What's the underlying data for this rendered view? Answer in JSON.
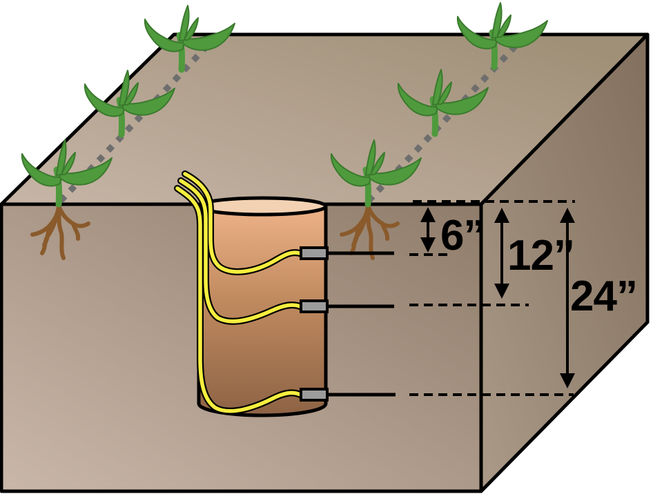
{
  "figure": {
    "kind": "soil-cross-section-sensor-diagram",
    "depth_labels": [
      {
        "text": "6”",
        "inches": 6
      },
      {
        "text": "12”",
        "inches": 12
      },
      {
        "text": "24”",
        "inches": 24
      }
    ],
    "sensor_count": 3,
    "wire_count": 3,
    "plant_rows": 2,
    "plants_per_row": 3
  },
  "colors": {
    "sky_white": "#ffffff",
    "soil_front_light": "#c9b7a9",
    "soil_front_dark": "#8f7c6a",
    "soil_top_light": "#c7b5a7",
    "soil_top_dark": "#a09078",
    "soil_right_light": "#ab9a88",
    "soil_right_dark": "#826f5d",
    "core_top": "#eeb287",
    "core_mid": "#c08a5f",
    "core_bottom": "#8d6345",
    "core_surface": "#f3d2b3",
    "wire_yellow": "#f6ee3f",
    "sensor_gray": "#9c9c9c",
    "plant_green": "#4f9a3d",
    "root_brown": "#8a5a2b",
    "row_line_gray": "#6e6e6e",
    "line_black": "#000000"
  }
}
